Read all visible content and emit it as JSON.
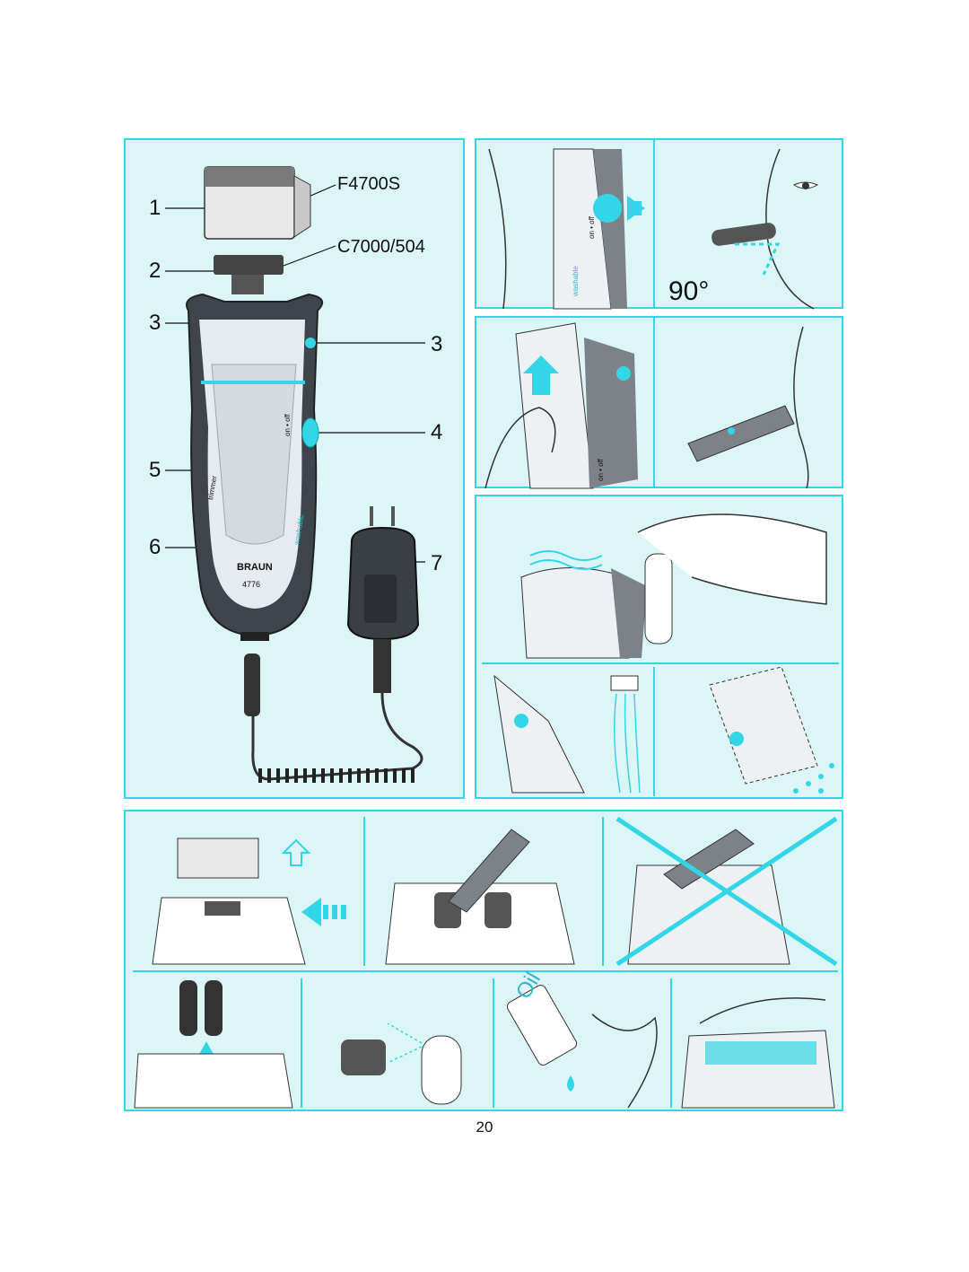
{
  "page_number": "20",
  "parts_panel": {
    "labels": {
      "n1": "1",
      "n2": "2",
      "n3a": "3",
      "n3b": "3",
      "n4": "4",
      "n5": "5",
      "n6": "6",
      "n7": "7"
    },
    "models": {
      "foil": "F4700S",
      "cutter": "C7000/504"
    },
    "shaver_text": {
      "brand": "BRAUN",
      "model_no": "4776",
      "switch": "on • off",
      "trimmer": "trimmer",
      "washable": "washable"
    }
  },
  "shaving_panel": {
    "angle": "90°",
    "switch": "on • off",
    "washable": "washable"
  },
  "trimmer_panel": {
    "switch": "on • off"
  },
  "oil_panel": {
    "oil_text": "Oil"
  },
  "colors": {
    "accent": "#33d6e6",
    "panel_bg": "#dcf6f8",
    "ink": "#111111"
  }
}
